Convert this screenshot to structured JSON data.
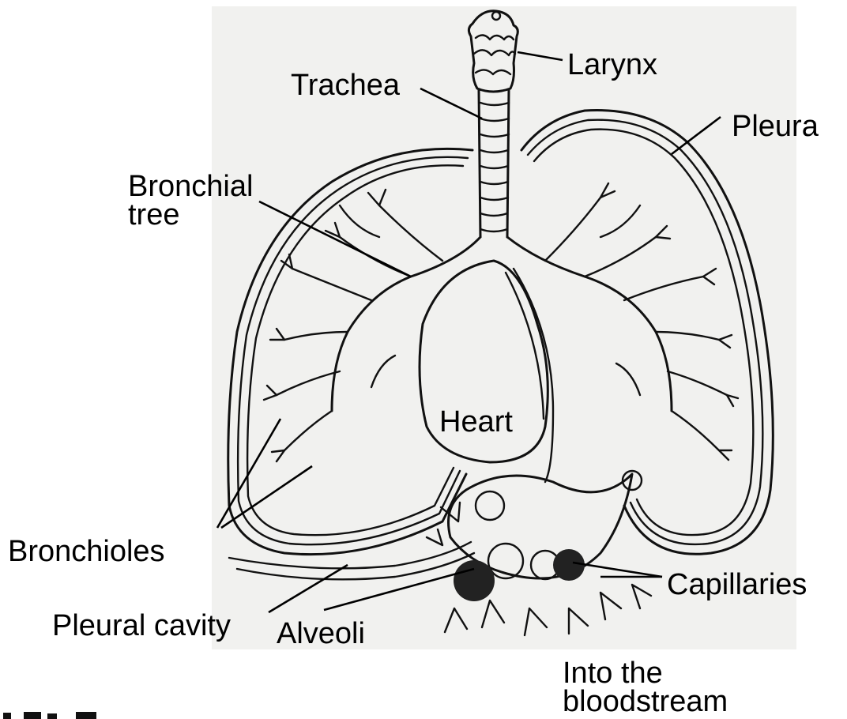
{
  "labels": {
    "larynx": "Larynx",
    "trachea": "Trachea",
    "pleura": "Pleura",
    "bronchial_tree": "Bronchial\ntree",
    "heart": "Heart",
    "bronchioles": "Bronchioles",
    "capillaries": "Capillaries",
    "pleural_cavity": "Pleural cavity",
    "alveoli": "Alveoli",
    "into_bloodstream": "Into the\nbloodstream"
  }
}
